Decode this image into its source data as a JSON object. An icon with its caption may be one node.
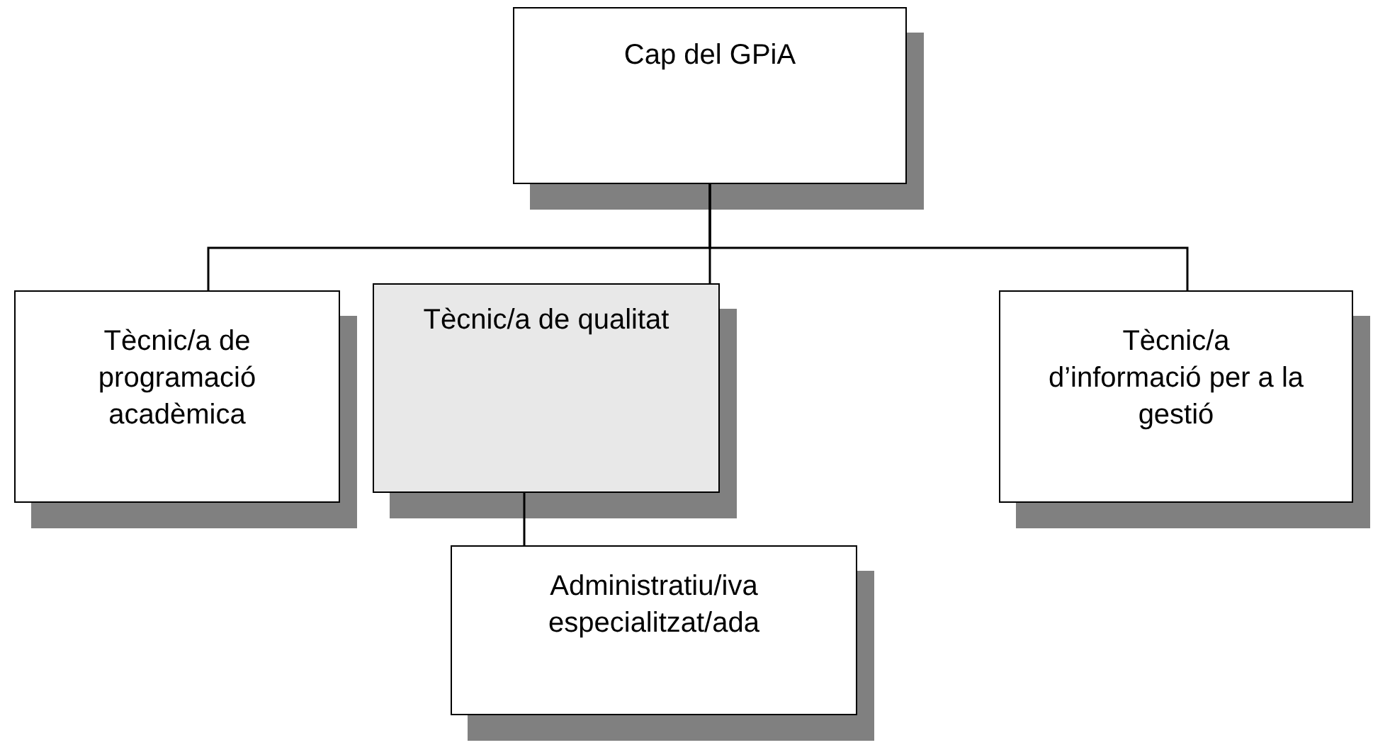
{
  "diagram": {
    "nodes": [
      {
        "text": [
          "Cap del GPiA"
        ]
      },
      {
        "text": [
          "Tècnic/a de programació acadèmica"
        ]
      },
      {
        "text": [
          "Tècnic/a de qualitat"
        ]
      },
      {
        "text": [
          "Tècnic/a d’informació per a la gestió"
        ]
      },
      {
        "text": [
          "Administratiu/iva especialitzat/ada"
        ]
      }
    ],
    "edges": [
      {
        "from": 0,
        "to": 1,
        "arrow": "none"
      },
      {
        "from": 0,
        "to": 2,
        "arrow": "none"
      },
      {
        "from": 0,
        "to": 3,
        "arrow": "none"
      },
      {
        "from": 2,
        "to": 4,
        "arrow": "none"
      }
    ]
  }
}
